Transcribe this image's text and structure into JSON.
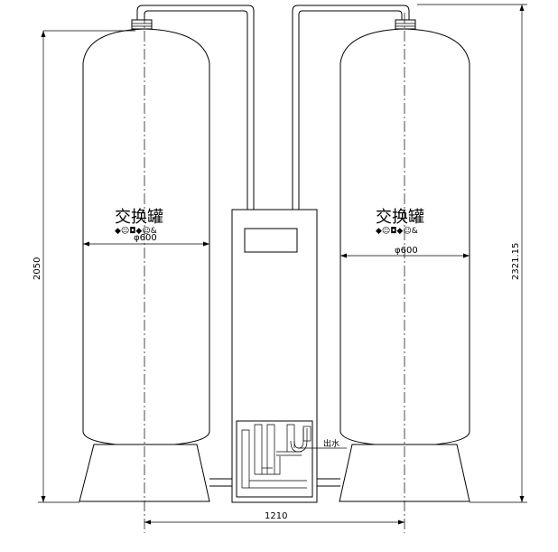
{
  "left_tank": {
    "label": "交换罐",
    "diameter": "φ600",
    "height_dim": "2050"
  },
  "right_tank": {
    "label": "交换罐",
    "diameter": "φ600",
    "total_height_dim": "2321.15"
  },
  "center_spacing_dim": "1210",
  "outlet_label": "出水",
  "logo_text": "◆☺◘◆☺&"
}
